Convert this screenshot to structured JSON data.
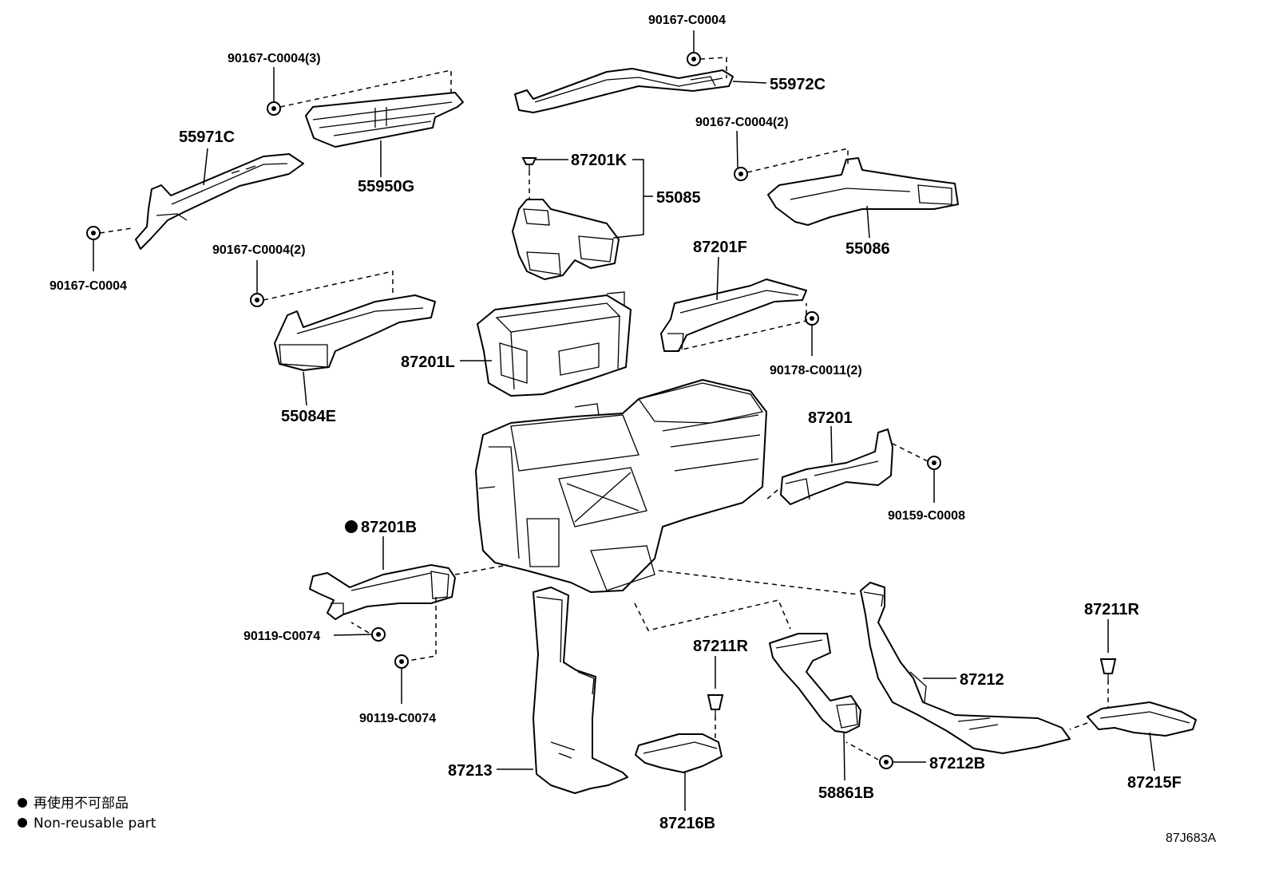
{
  "labels": {
    "p90167_c0004_top": "90167-C0004",
    "p55972c": "55972C",
    "p90167_c0004_3": "90167-C0004(3)",
    "p55971c": "55971C",
    "p55950g": "55950G",
    "p87201k": "87201K",
    "p55085": "55085",
    "p90167_c0004_2_right": "90167-C0004(2)",
    "p55086": "55086",
    "p90167_c0004_left": "90167-C0004",
    "p90167_c0004_2_left": "90167-C0004(2)",
    "p87201f": "87201F",
    "p55084e": "55084E",
    "p87201l": "87201L",
    "p90178_c0011_2": "90178-C0011(2)",
    "p87201": "87201",
    "p90159_c0008": "90159-C0008",
    "p87201b": "87201B",
    "p90119_c0074_a": "90119-C0074",
    "p90119_c0074_b": "90119-C0074",
    "p87211r_mid": "87211R",
    "p87211r_right": "87211R",
    "p87212": "87212",
    "p87213": "87213",
    "p87212b": "87212B",
    "p58861b": "58861B",
    "p87216b": "87216B",
    "p87215f": "87215F"
  },
  "legend": {
    "jp": "再使用不可部品",
    "en": "Non-reusable part"
  },
  "code": "87J683A",
  "icons": {
    "non_reusable_marker": "filled-circle-icon",
    "fastener": "bolt-icon"
  },
  "colors": {
    "ink": "#000000",
    "paper": "#ffffff"
  }
}
